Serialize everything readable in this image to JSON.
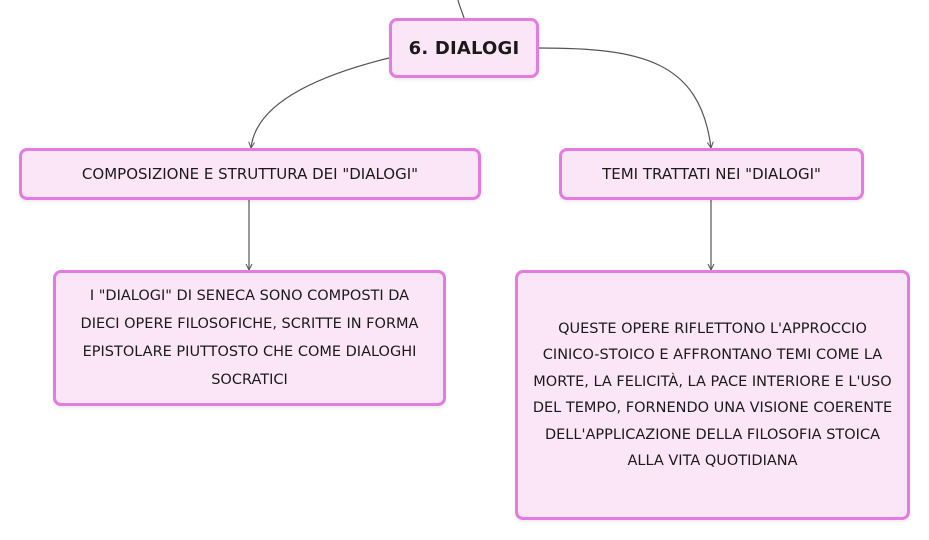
{
  "root": {
    "label": "6. DIALOGI"
  },
  "branches": [
    {
      "label": "COMPOSIZIONE E STRUTTURA DEI \"DIALOGI\"",
      "child": {
        "text": "I \"DIALOGI\" DI SENECA SONO COMPOSTI DA DIECI OPERE FILOSOFICHE, SCRITTE IN FORMA EPISTOLARE PIUTTOSTO CHE COME DIALOGHI SOCRATICI"
      }
    },
    {
      "label": "TEMI TRATTATI NEI \"DIALOGI\"",
      "child": {
        "text": "QUESTE OPERE RIFLETTONO L'APPROCCIO CINICO-STOICO E AFFRONTANO TEMI COME LA MORTE, LA FELICITÀ, LA PACE INTERIORE E L'USO DEL TEMPO, FORNENDO UNA VISIONE COERENTE DELL'APPLICAZIONE DELLA FILOSOFIA STOICA ALLA VITA QUOTIDIANA"
      }
    }
  ],
  "colors": {
    "node_fill": "#fbe6f7",
    "node_border": "#e57ae0",
    "connector": "#555555"
  }
}
